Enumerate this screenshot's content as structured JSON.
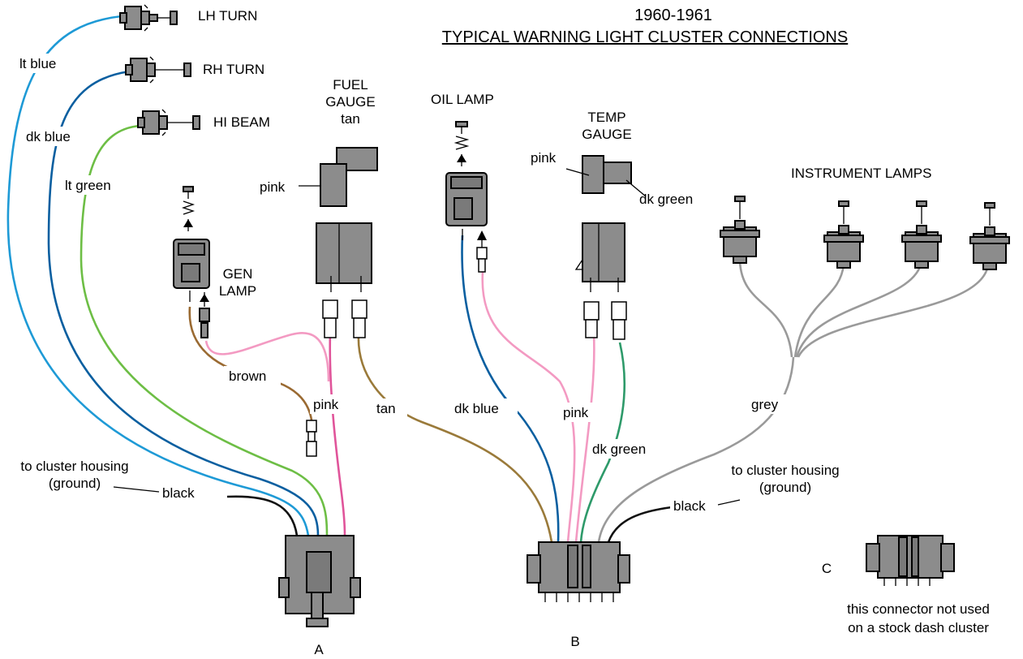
{
  "title": {
    "line1": "1960-1961",
    "line2": "TYPICAL WARNING LIGHT CLUSTER CONNECTIONS"
  },
  "lamps": {
    "lh_turn": "LH TURN",
    "rh_turn": "RH TURN",
    "hi_beam": "HI BEAM",
    "fuel_gauge_1": "FUEL",
    "fuel_gauge_2": "GAUGE",
    "oil_lamp": "OIL LAMP",
    "temp_gauge_1": "TEMP",
    "temp_gauge_2": "GAUGE",
    "gen_lamp_1": "GEN",
    "gen_lamp_2": "LAMP",
    "instrument_lamps": "INSTRUMENT LAMPS"
  },
  "wires": {
    "lt_blue": "lt blue",
    "dk_blue_a": "dk blue",
    "lt_green": "lt green",
    "brown": "brown",
    "pink_a": "pink",
    "tan": "tan",
    "dk_blue_b": "dk blue",
    "pink_b": "pink",
    "dk_green": "dk green",
    "grey": "grey",
    "black_a": "black",
    "black_b": "black",
    "fuel_tan": "tan",
    "fuel_pink": "pink",
    "temp_pink": "pink",
    "temp_dk_green": "dk green"
  },
  "ground_a": {
    "line1": "to cluster housing",
    "line2": "(ground)"
  },
  "ground_b": {
    "line1": "to cluster housing",
    "line2": "(ground)"
  },
  "connectors": {
    "a": "A",
    "b": "B",
    "c": "C",
    "c_note_1": "this connector not used",
    "c_note_2": "on a stock dash cluster"
  },
  "colors": {
    "lt_blue": "#1e9ad6",
    "dk_blue": "#0a5fa0",
    "lt_green": "#6dbe45",
    "brown": "#9a6a32",
    "pink": "#f39ac2",
    "dark_pink": "#e0549a",
    "tan": "#9a7a3a",
    "dk_green": "#2e9a6a",
    "grey": "#9a9a9a",
    "black": "#111111",
    "connector": "#8c8c8c"
  }
}
